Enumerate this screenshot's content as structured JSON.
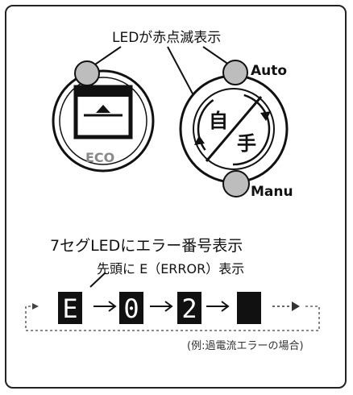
{
  "top_label": "LEDが赤点滅表示",
  "left_button": {
    "label": "ECO"
  },
  "right_button": {
    "auto_label": "Auto",
    "manu_label": "Manu",
    "kanji_top": "自",
    "kanji_bottom": "手"
  },
  "seg_title": "7セグLEDにエラー番号表示",
  "seg_subtitle": "先頭に E（ERROR）表示",
  "sequence": [
    "E",
    "0",
    "2",
    ""
  ],
  "example_note": "(例:過電流エラーの場合)"
}
